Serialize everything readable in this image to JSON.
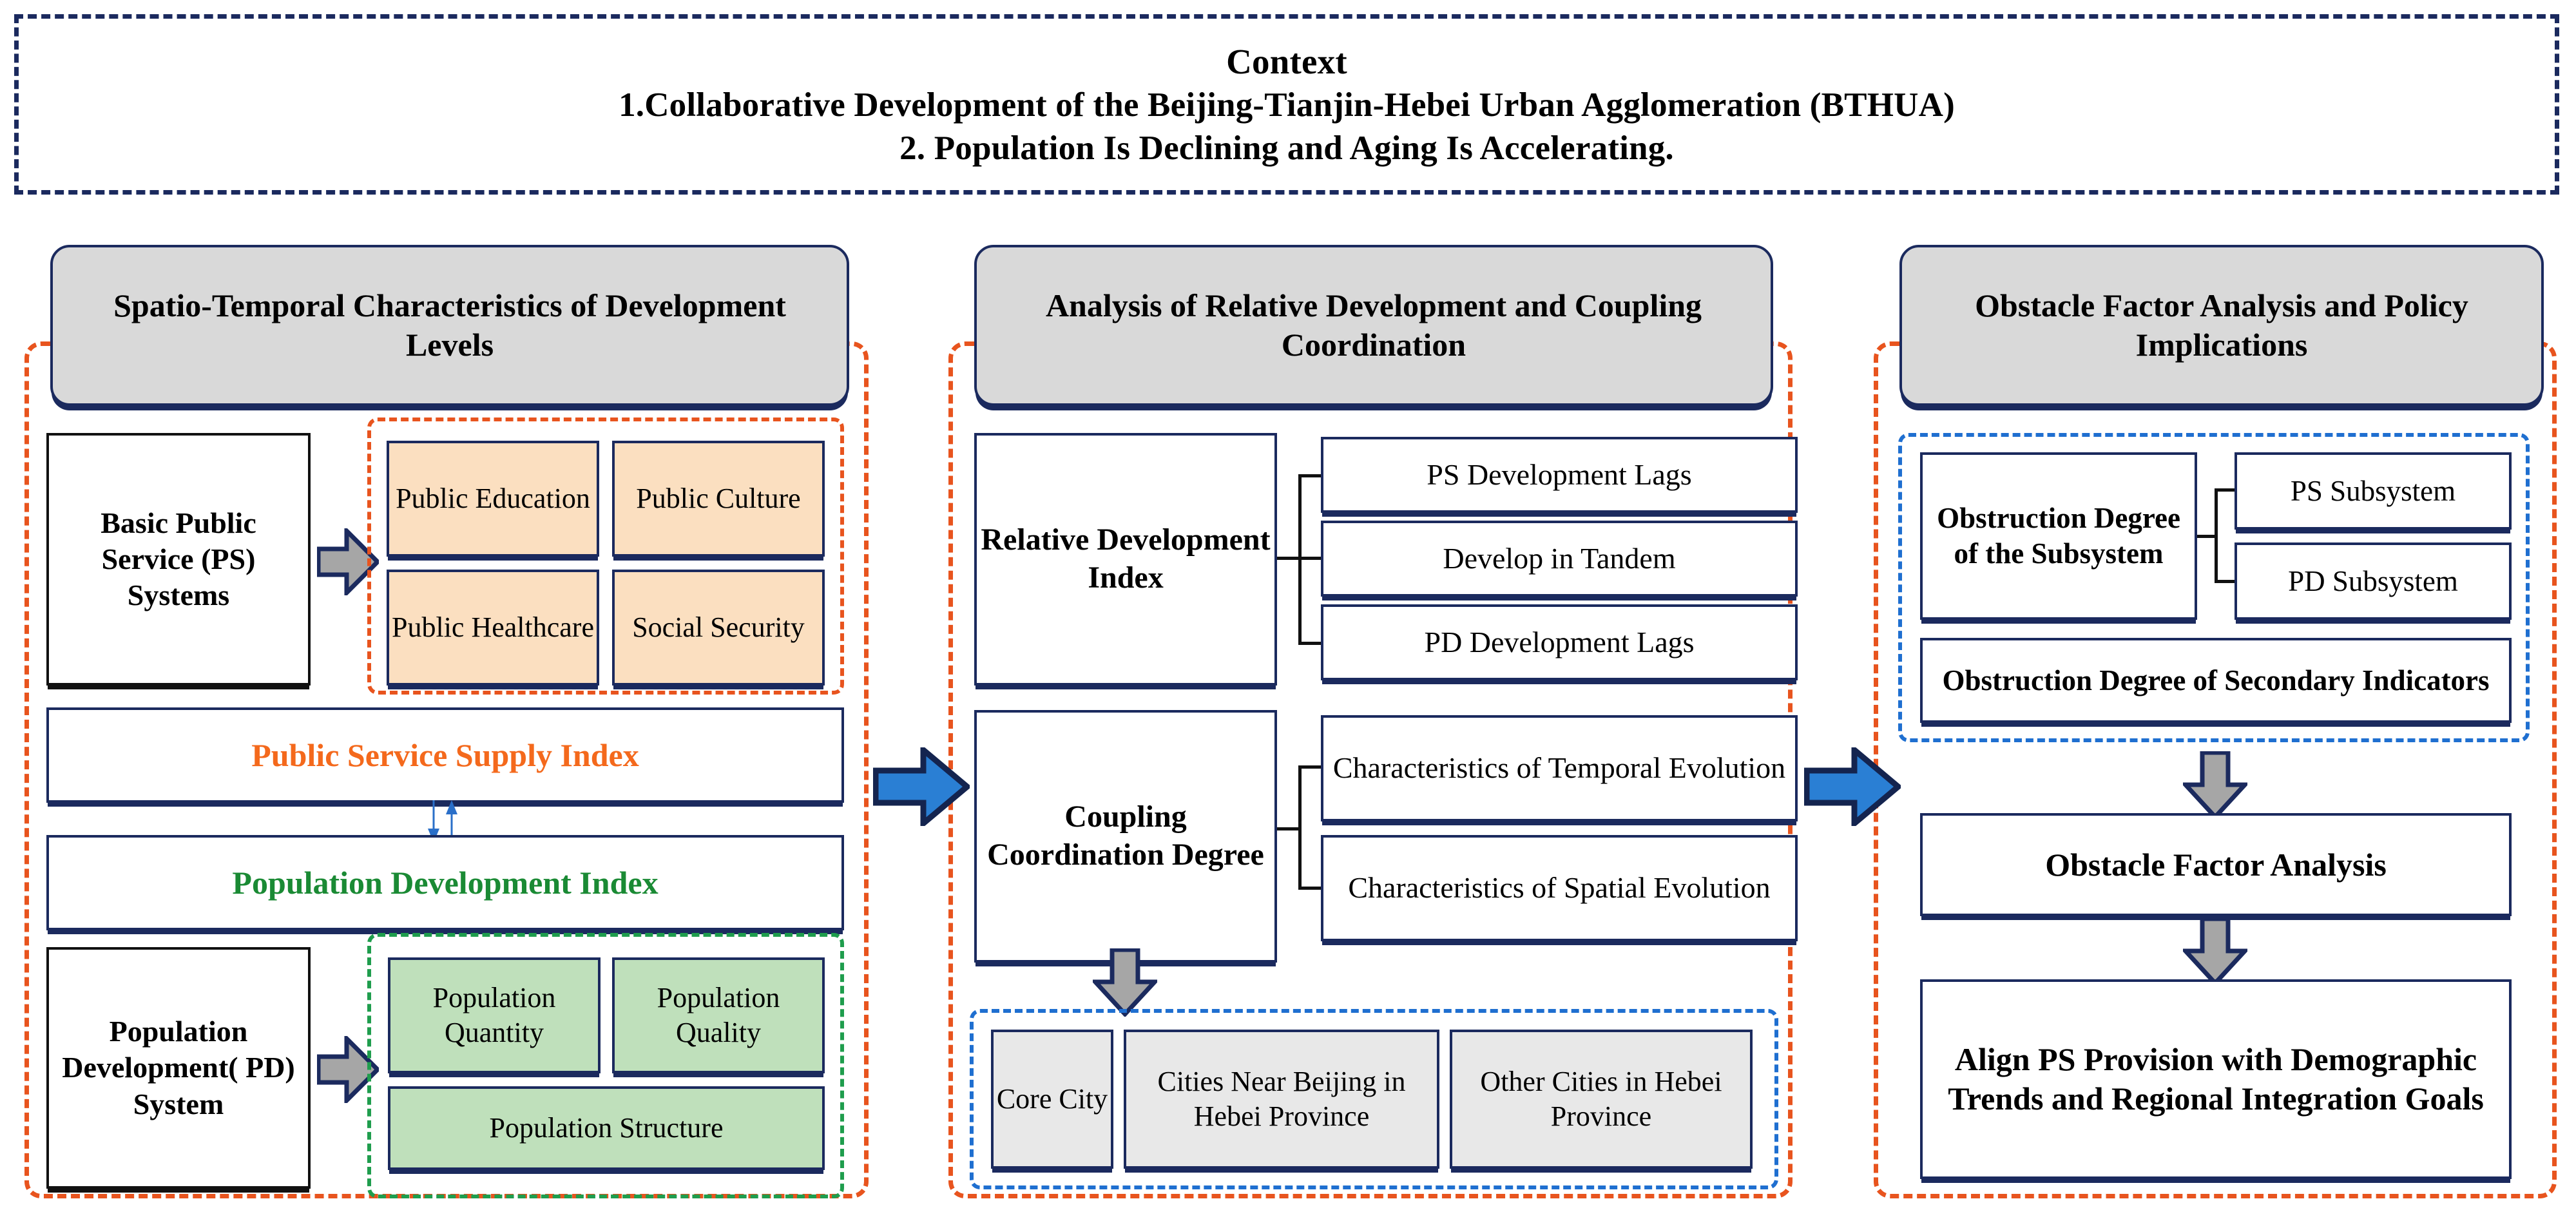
{
  "context": {
    "title": "Context",
    "line1": "1.Collaborative Development of the Beijing-Tianjin-Hebei Urban Agglomeration (BTHUA)",
    "line2": "2. Population Is Declining and Aging Is Accelerating."
  },
  "colors": {
    "frame_orange": "#e8541e",
    "frame_green": "#1f9d4d",
    "frame_blue": "#1f6fd0",
    "box_border_navy": "#1b2a5e",
    "supply_index_text": "#f4691c",
    "population_index_text": "#1a8a34",
    "peach_fill": "#fbdfc0",
    "green_fill": "#bfe0bb",
    "grey_fill": "#e8e8e8",
    "header_fill": "#d9d9d9",
    "arrow_blue": "#1f6fd0",
    "arrow_grey": "#a6a6a6",
    "context_dash": "#1b2a5e"
  },
  "columns": [
    {
      "id": "left",
      "header": "Spatio-Temporal Characteristics of Development Levels",
      "ps_system_label": "Basic Public Service (PS) Systems",
      "ps_components": [
        "Public Education",
        "Public Culture",
        "Public Healthcare",
        "Social Security"
      ],
      "supply_index": "Public Service Supply Index",
      "population_index": "Population Development Index",
      "pd_system_label": "Population Development( PD) System",
      "pd_components": [
        "Population Quantity",
        "Population Quality",
        "Population Structure"
      ]
    },
    {
      "id": "middle",
      "header": "Analysis of Relative Development and Coupling Coordination",
      "relative_development_index": "Relative Development Index",
      "rdi_outcomes": [
        "PS Development Lags",
        "Develop in Tandem",
        "PD Development Lags"
      ],
      "coupling_coordination_degree": "Coupling Coordination Degree",
      "ccd_outcomes": [
        "Characteristics of Temporal Evolution",
        "Characteristics of Spatial Evolution"
      ],
      "city_groups": [
        "Core City",
        "Cities Near Beijing in Hebei Province",
        "Other Cities in Hebei Province"
      ]
    },
    {
      "id": "right",
      "header": "Obstacle Factor Analysis and Policy Implications",
      "obstruction_subsystem": "Obstruction Degree of the Subsystem",
      "subsystems": [
        "PS  Subsystem",
        "PD  Subsystem"
      ],
      "obstruction_secondary": "Obstruction Degree of Secondary Indicators",
      "obstacle_factor_analysis": "Obstacle Factor Analysis",
      "conclusion": "Align PS Provision with Demographic Trends and Regional Integration Goals"
    }
  ],
  "icons": {
    "arrow_right_blue": "right-arrow-blue-icon",
    "arrow_right_grey": "right-arrow-grey-icon",
    "arrow_down_grey": "down-arrow-grey-icon",
    "arrow_bidirectional": "bidirectional-arrow-icon"
  }
}
